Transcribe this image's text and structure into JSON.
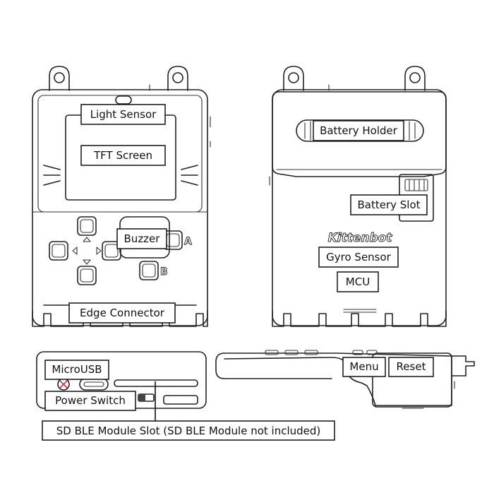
{
  "labels": {
    "light_sensor": "Light Sensor",
    "tft_screen": "TFT Screen",
    "buzzer": "Buzzer",
    "edge_connector": "Edge Connector",
    "battery_holder": "Battery Holder",
    "battery_slot": "Battery Slot",
    "gyro_sensor": "Gyro Sensor",
    "mcu": "MCU",
    "microusb": "MicroUSB",
    "power_switch": "Power Switch",
    "sd_slot": "SD BLE Module Slot  (SD BLE Module not included)",
    "menu": "Menu",
    "reset": "Reset"
  },
  "device": {
    "brand": "Kittenbot",
    "button_a": "A",
    "button_b": "B"
  }
}
